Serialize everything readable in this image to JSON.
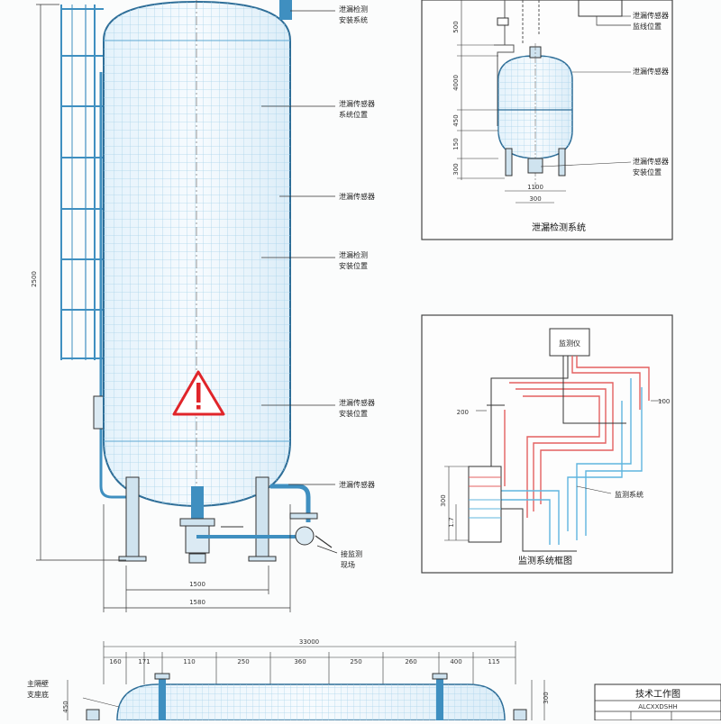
{
  "vertical_tank": {
    "labels": {
      "top": [
        "泄漏检测",
        "安装系统"
      ],
      "mid1": [
        "泄漏传感器",
        "系统位置"
      ],
      "mid2": [
        "泄漏传感器"
      ],
      "mid3": [
        "泄漏检测",
        "安装位置"
      ],
      "mid4": [
        "泄漏传感器",
        "安装位置"
      ],
      "bottom1": [
        "泄漏传感器"
      ],
      "bottom2": [
        "接监测",
        "现场"
      ]
    },
    "dims": {
      "height": "2500",
      "inner_width": "1500",
      "outer_width": "1580"
    }
  },
  "panel_detection": {
    "caption": "泄漏检测系统",
    "labels": {
      "a": [
        "泄漏传感器",
        "监线位置"
      ],
      "b": [
        "泄漏传感器"
      ],
      "c": [
        "泄漏传感器",
        "安装位置"
      ]
    },
    "dims": {
      "v1": "500",
      "v2": "4000",
      "v3": "450",
      "v4": "150",
      "v5": "300",
      "h1": "1100",
      "h2": "300"
    }
  },
  "panel_monitor": {
    "caption": "监测系统框图",
    "box_label": "监测仪",
    "line_label": "监测系统",
    "dims": {
      "left": "200",
      "right": "100",
      "vert1": "300",
      "vert2": "1.7"
    }
  },
  "horizontal_tank": {
    "labels": {
      "left": [
        "主隔壁",
        "支座底"
      ]
    },
    "dims": {
      "total": "33000",
      "seg": [
        "160",
        "171",
        "110",
        "250",
        "360",
        "250",
        "260",
        "400",
        "115"
      ],
      "side1": "450",
      "side2": "300"
    }
  },
  "title_block": {
    "title": "技术工作图",
    "code": "ALCXXDSHH"
  }
}
